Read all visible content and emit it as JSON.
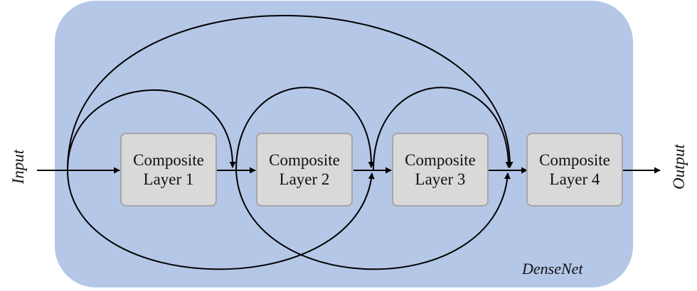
{
  "diagram": {
    "input_label": "Input",
    "output_label": "Output",
    "container_label": "DenseNet",
    "layers": [
      {
        "line1": "Composite",
        "line2": "Layer 1"
      },
      {
        "line1": "Composite",
        "line2": "Layer 2"
      },
      {
        "line1": "Composite",
        "line2": "Layer 3"
      },
      {
        "line1": "Composite",
        "line2": "Layer 4"
      }
    ]
  },
  "colors": {
    "container_fill": "#b4c7e7",
    "box_fill": "#d9d9d9",
    "box_border": "#a6a6a6",
    "edge": "#000000"
  }
}
